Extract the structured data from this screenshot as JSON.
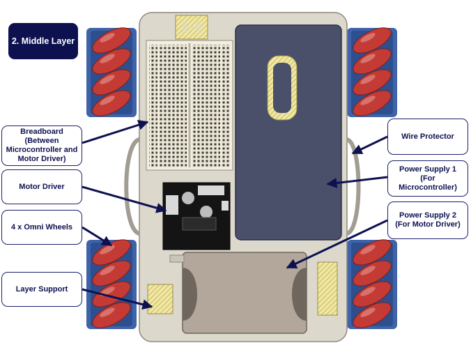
{
  "title": "2. Middle Layer",
  "labels": {
    "breadboard": "Breadboard\n(Between\nMicrocontroller and\nMotor Driver)",
    "motor_driver": "Motor Driver",
    "omni_wheels": "4 x Omni Wheels",
    "layer_support": "Layer Support",
    "wire_protector": "Wire Protector",
    "power_supply_1": "Power Supply 1\n(For Microcontroller)",
    "power_supply_2": "Power Supply 2\n(For Motor Driver)"
  },
  "colors": {
    "navy": "#0d1150",
    "chassis": "#dcd8cc",
    "battery_dark": "#4a4f6a",
    "battery_tan": "#b3a79c",
    "wheel_red": "#c33b34",
    "wheel_blue": "#3f63a8",
    "support_yellow": "#e9df9a"
  }
}
